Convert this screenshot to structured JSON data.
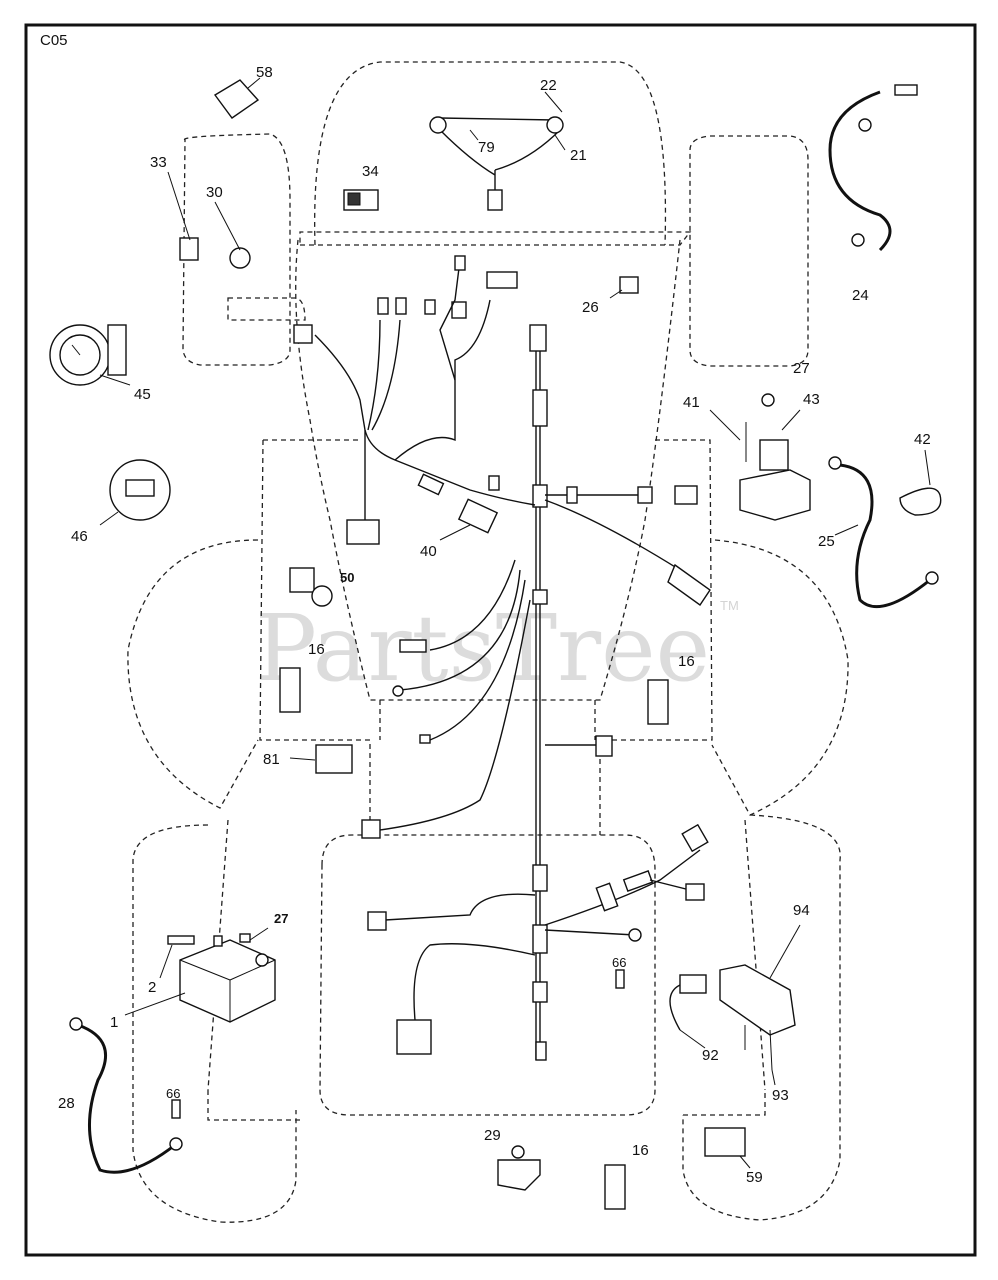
{
  "page": {
    "ref_code": "C05"
  },
  "watermark": {
    "text": "PartsTree",
    "tm": "TM"
  },
  "callouts": {
    "c58": "58",
    "c22": "22",
    "c79": "79",
    "c21": "21",
    "c34": "34",
    "c33": "33",
    "c30": "30",
    "c24": "24",
    "c26": "26",
    "c45": "45",
    "c27a": "27",
    "c41": "41",
    "c43": "43",
    "c42": "42",
    "c46": "46",
    "c25": "25",
    "c40": "40",
    "c50": "50",
    "c16a": "16",
    "c16b": "16",
    "c81": "81",
    "c94": "94",
    "c27b": "27",
    "c2": "2",
    "c1": "1",
    "c66a": "66",
    "c66b": "66",
    "c92": "92",
    "c93": "93",
    "c28": "28",
    "c29": "29",
    "c16c": "16",
    "c59": "59"
  }
}
